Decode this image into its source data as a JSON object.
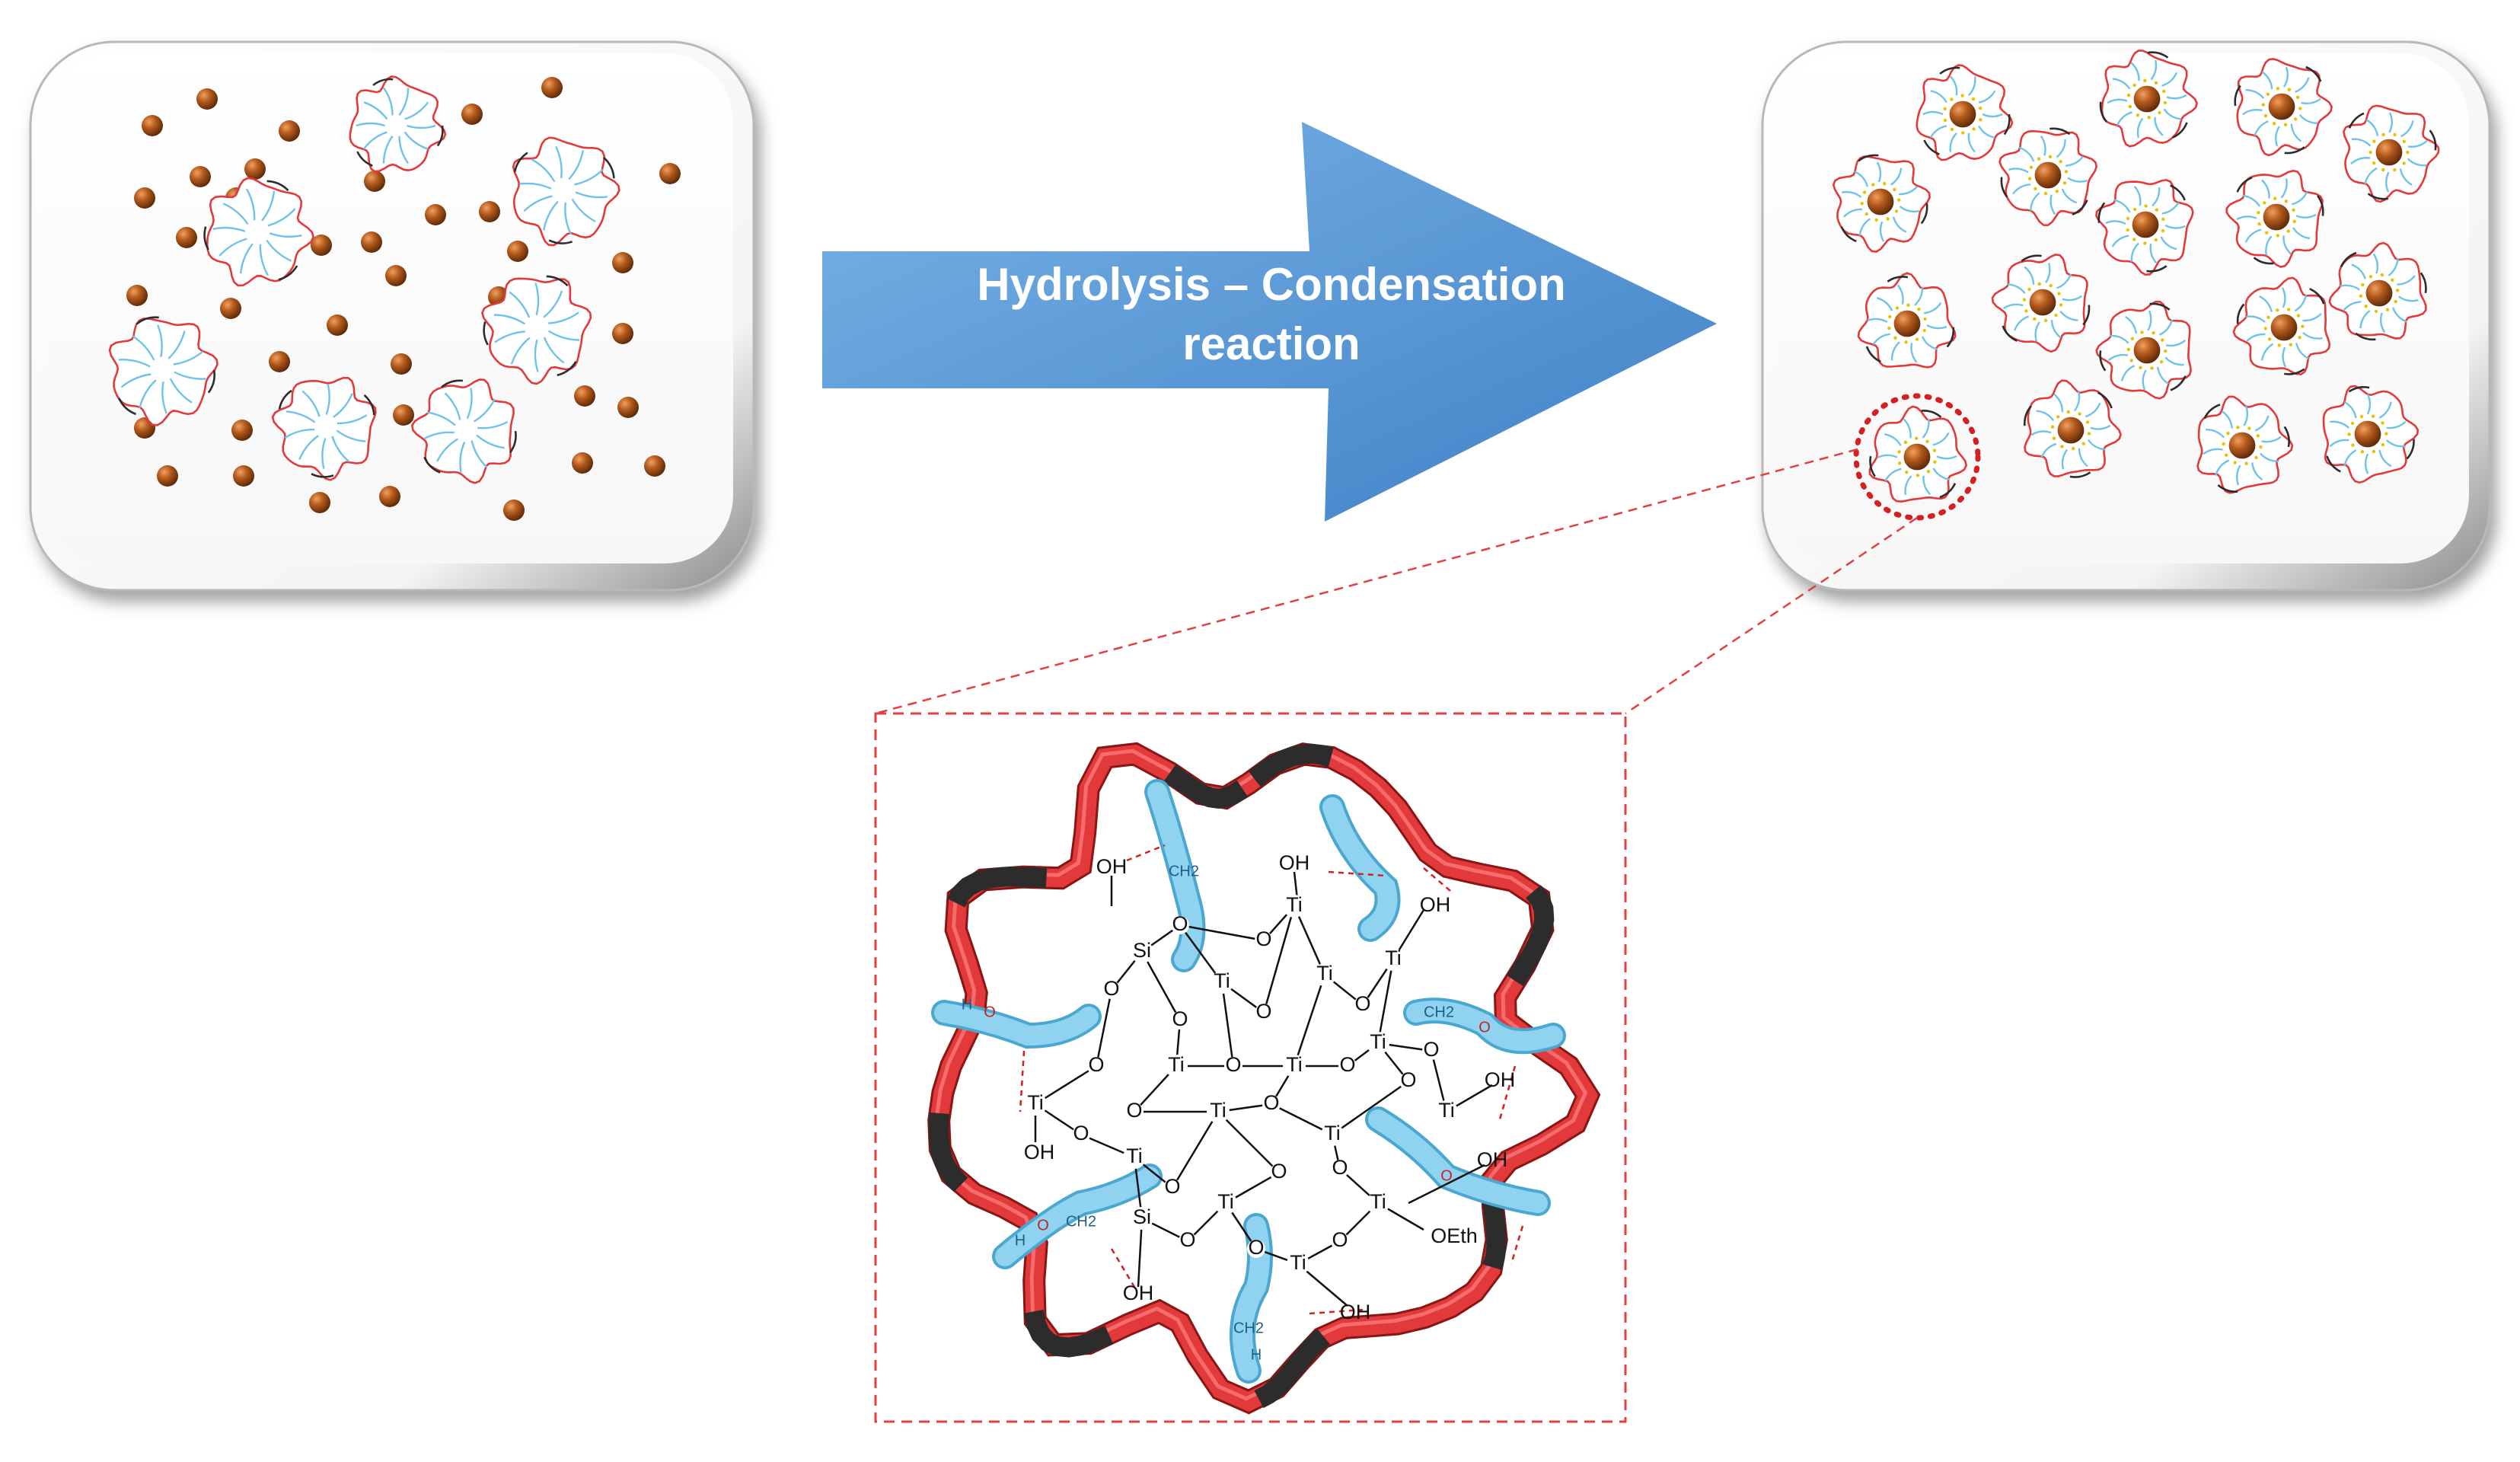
{
  "arrow": {
    "line1": "Hydrolysis – Condensation",
    "line2": "reaction",
    "color": "#5b9bd5"
  },
  "structure": {
    "silicon": "Si",
    "titanium": "Ti",
    "oxygen": "O",
    "hydroxyl": "OH",
    "ethoxy": "OEth",
    "chain_h": "H",
    "chain_o": "O",
    "chain_ch2": "CH2"
  },
  "colors": {
    "particle": "#a0501a",
    "micelle_shell": "#e23a3a",
    "micelle_shell_dark": "#2c2c2c",
    "surfactant_tail": "#6fc3e8",
    "highlight_circle": "#d42020",
    "zoom_frame": "#e24040"
  }
}
